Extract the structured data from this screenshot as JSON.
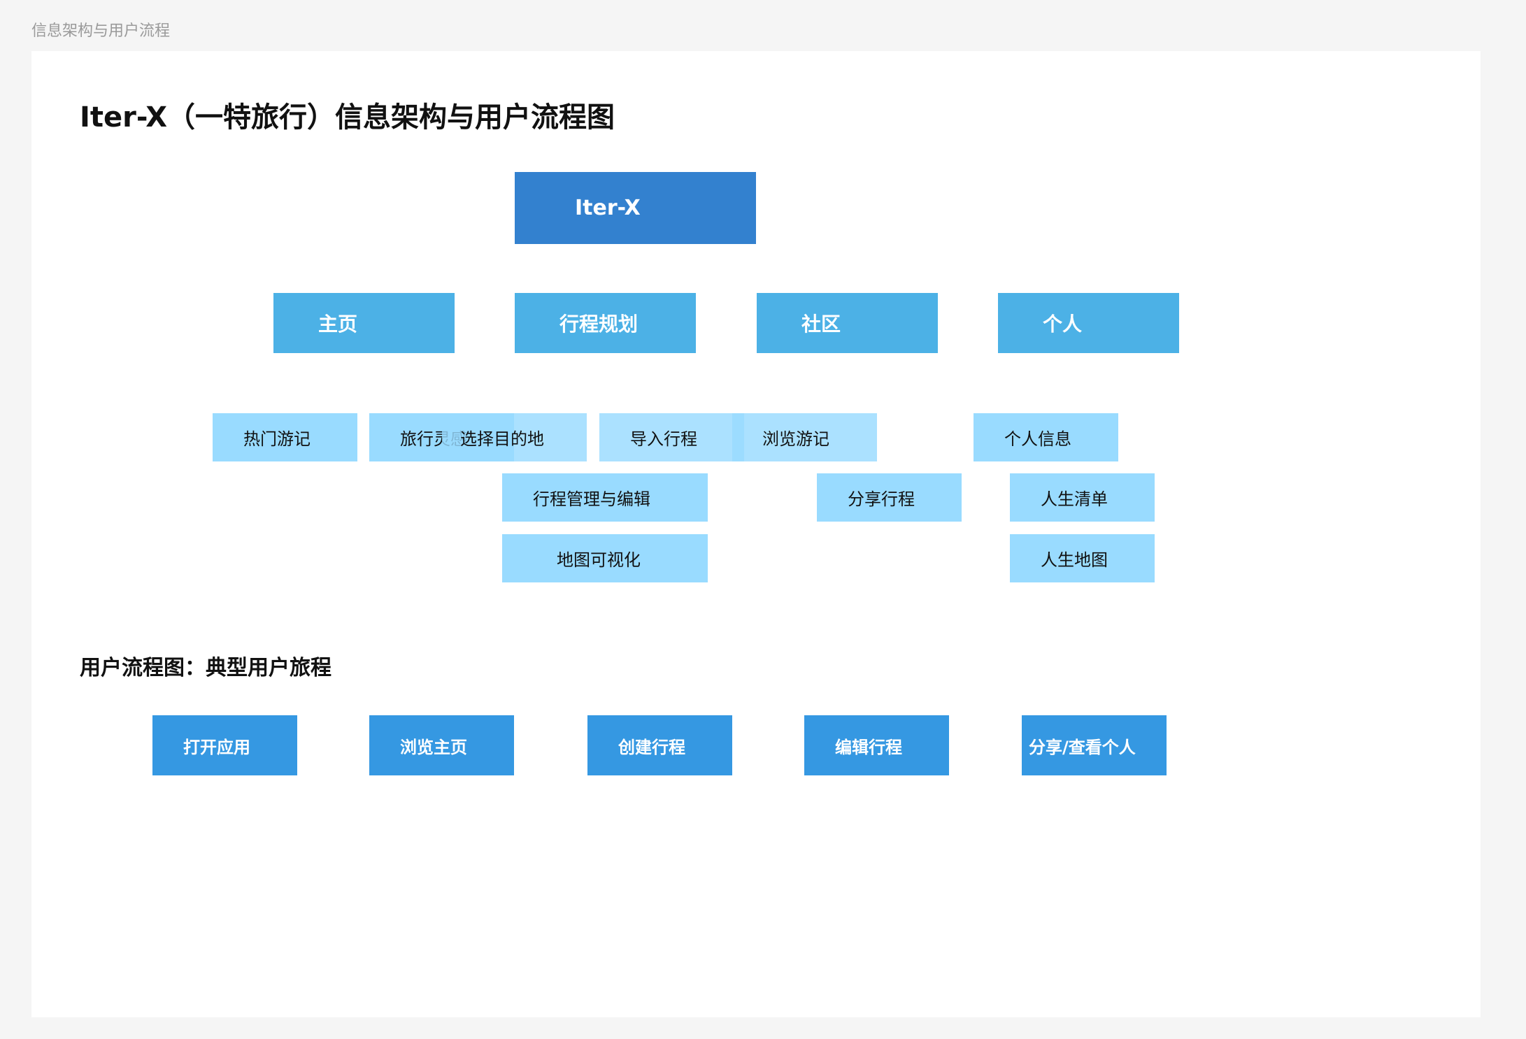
{
  "page_label": "信息架构与用户流程",
  "title": "Iter-X（一特旅行）信息架构与用户流程图",
  "tree": {
    "root": "Iter-X",
    "sections": {
      "home": {
        "label": "主页",
        "children": [
          "热门游记",
          "旅行灵感"
        ]
      },
      "planning": {
        "label": "行程规划",
        "children": [
          "选择目的地",
          "导入行程",
          "行程管理与编辑",
          "地图可视化"
        ]
      },
      "community": {
        "label": "社区",
        "children": [
          "浏览游记",
          "分享行程"
        ]
      },
      "personal": {
        "label": "个人",
        "children": [
          "个人信息",
          "人生清单",
          "人生地图"
        ]
      }
    }
  },
  "flow": {
    "title": "用户流程图：典型用户旅程",
    "steps": [
      "打开应用",
      "浏览主页",
      "创建行程",
      "编辑行程",
      "分享/查看个人"
    ]
  },
  "colors": {
    "root": "#3381cf",
    "level1": "#4cb1e6",
    "level2": "#99dbff",
    "flow": "#3598e2",
    "background": "#f5f5f5",
    "canvas": "#ffffff"
  }
}
